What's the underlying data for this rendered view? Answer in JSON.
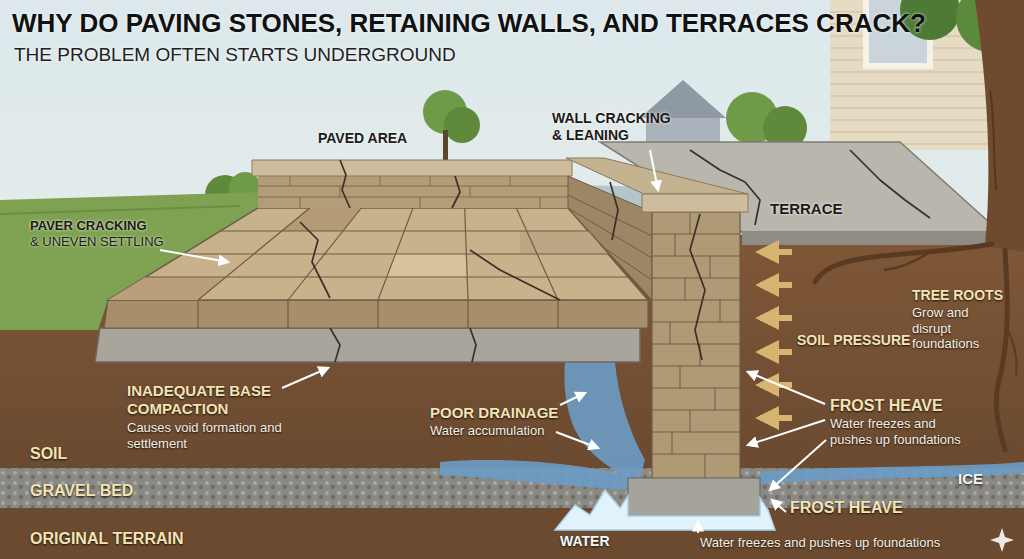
{
  "diagram": {
    "title": "WHY DO PAVING STONES, RETAINING WALLS, AND TERRACES CRACK?",
    "labels": [
      "THE PROBLEM OFTEN STARTS UNDERGROUND",
      "PAVED AREA",
      "WALL CRACKING & LEANING",
      "TERRACE",
      "PAVER CRACKING",
      "& UNEVEN SETTLING",
      "INADEQUATE BASE COMPACTION",
      "Causes void formation and settlement",
      "POOR DRAINAGE",
      "Water accumulation",
      "SOIL PRESSURE",
      "TREE ROOTS",
      "Grow and disrupt foundations",
      "FROST HEAVE",
      "Water freezes and pushes up foundations",
      "ICE",
      "SOIL",
      "GRAVEL BED",
      "ORIGINAL TERRAIN",
      "WATER",
      "FROST HEAVE",
      "Water freezes and pushes up foundations"
    ]
  }
}
